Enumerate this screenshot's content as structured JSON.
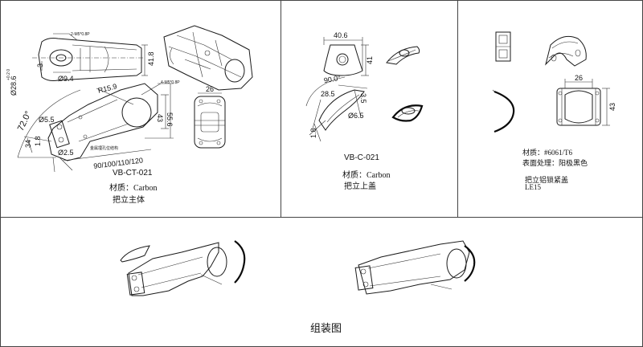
{
  "panels": {
    "stem_body": {
      "part_code": "VB-CT-021",
      "material": "材质：Carbon",
      "part_name": "把立主体",
      "dims": {
        "bolt_note_top": "2-M5*0.8P",
        "bolt_note_mid": "4-M5*0.8P",
        "d_41_8": "41.8",
        "d_3": "3",
        "d_9_4": "Ø9.4",
        "d_28_6": "Ø28.6",
        "d_28_6_tol": "+0.2 0",
        "d_r15_9": "R15.9",
        "d_43": "43",
        "d_55_6": "55.6",
        "d_26": "26",
        "d_angle": "72.0°",
        "d_5_5": "Ø5.5",
        "d_1_8": "1.8",
        "d_34": "34",
        "d_2_5": "Ø2.5",
        "d_lengths": "90/100/110/120",
        "inner_note": "金属埋孔位结构"
      }
    },
    "top_cap": {
      "part_code": "VB-C-021",
      "material": "材质：Carbon",
      "part_name": "把立上盖",
      "dims": {
        "d_40_6": "40.6",
        "d_41": "41",
        "d_90": "90.0°",
        "d_28_5": "28.5",
        "d_3_5": "3.5",
        "d_6_5": "Ø6.5",
        "d_1_8": "1.8"
      }
    },
    "clamp": {
      "material": "材质：#6061/T6",
      "finish": "表面处理：阳极黑色",
      "part_name": "把立铝锁紧盖",
      "part_code": "LE15",
      "dims": {
        "d_26": "26",
        "d_43": "43"
      }
    },
    "assembly": {
      "title": "组装图"
    }
  }
}
